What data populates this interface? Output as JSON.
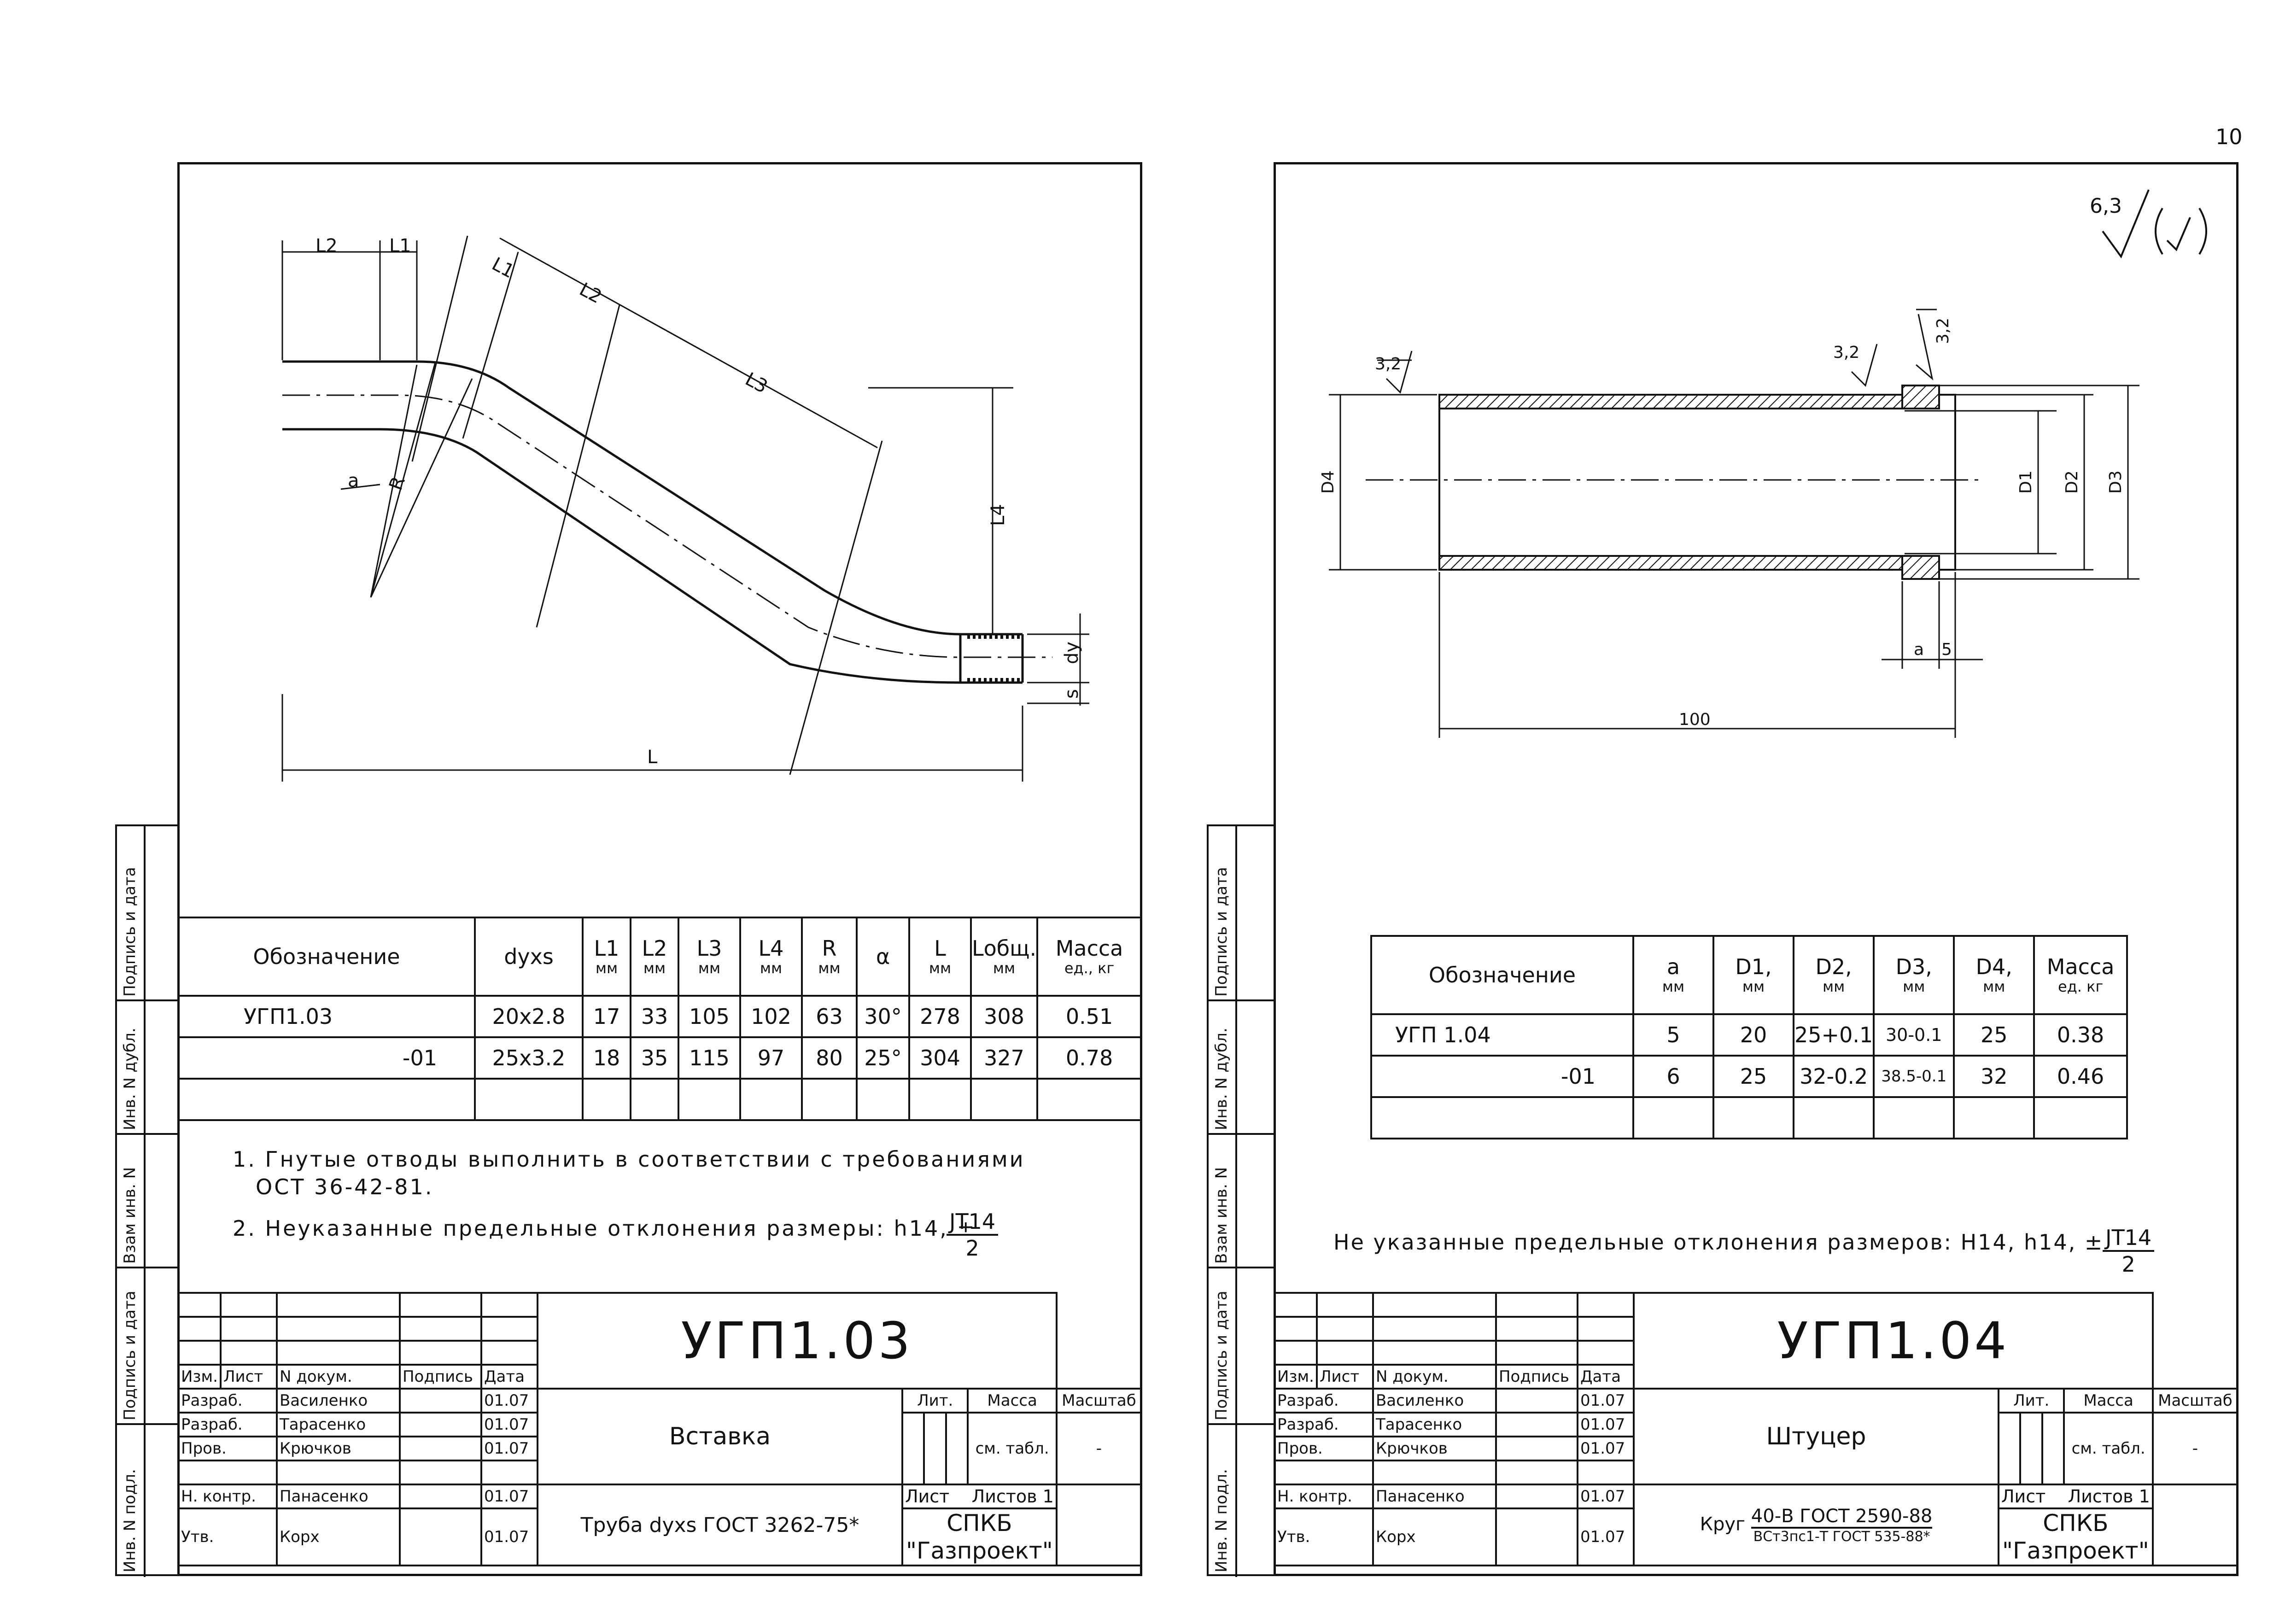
{
  "page_number": "10",
  "side_stamp": [
    "Подпись и дата",
    "Инв. N дубл.",
    "Взам инв. N",
    "Подпись и дата",
    "Инв. N подл."
  ],
  "left": {
    "drawing_labels": {
      "l2a": "L2",
      "l1a": "L1",
      "l1b": "L1",
      "l2b": "L2",
      "l3": "L3",
      "l4": "L4",
      "r": "R",
      "a": "a",
      "dy": "dy",
      "s": "s",
      "l": "L"
    },
    "table": {
      "headers": [
        {
          "t": "Обозначение",
          "u": ""
        },
        {
          "t": "dyxs",
          "u": ""
        },
        {
          "t": "L1",
          "u": "мм"
        },
        {
          "t": "L2",
          "u": "мм"
        },
        {
          "t": "L3",
          "u": "мм"
        },
        {
          "t": "L4",
          "u": "мм"
        },
        {
          "t": "R",
          "u": "мм"
        },
        {
          "t": "α",
          "u": ""
        },
        {
          "t": "L",
          "u": "мм"
        },
        {
          "t": "Lобщ.",
          "u": "мм"
        },
        {
          "t": "Масса",
          "u": "ед., кг"
        }
      ],
      "rows": [
        [
          "УГП1.03",
          "20x2.8",
          "17",
          "33",
          "105",
          "102",
          "63",
          "30°",
          "278",
          "308",
          "0.51"
        ],
        [
          "-01",
          "25x3.2",
          "18",
          "35",
          "115",
          "97",
          "80",
          "25°",
          "304",
          "327",
          "0.78"
        ]
      ]
    },
    "notes": [
      "1. Гнутые отводы выполнить в соответствии с требованиями",
      "ОСТ 36-42-81.",
      "2. Неуказанные предельные отклонения размеры: h14, ±"
    ],
    "tolerance": {
      "num": "JT14",
      "den": "2"
    },
    "title_block": {
      "code": "УГП1.03",
      "name": "Вставка",
      "material": "Труба dyxs ГОСТ 3262-75*",
      "org1": "СПКБ",
      "org2": "\"Газпроект\"",
      "cols": [
        "Изм.",
        "Лист",
        "N докум.",
        "Подпись",
        "Дата"
      ],
      "lit": "Лит.",
      "mass": "Масса",
      "scale": "Масштаб",
      "mass_val": "см. табл.",
      "scale_val": "-",
      "sheet": "Лист",
      "sheets": "Листов 1",
      "people": [
        {
          "role": "Разраб.",
          "name": "Василенко",
          "date": "01.07"
        },
        {
          "role": "Разраб.",
          "name": "Тарасенко",
          "date": "01.07"
        },
        {
          "role": "Пров.",
          "name": "Крючков",
          "date": "01.07"
        },
        {
          "role": "",
          "name": "",
          "date": ""
        },
        {
          "role": "Н. контр.",
          "name": "Панасенко",
          "date": "01.07"
        },
        {
          "role": "Утв.",
          "name": "Корх",
          "date": "01.07"
        }
      ]
    }
  },
  "right": {
    "roughness": "6,3",
    "drawing_labels": {
      "r1": "3,2",
      "r2": "3,2",
      "r3": "3,2",
      "d4": "D4",
      "d1": "D1",
      "d2": "D2",
      "d3": "D3",
      "a": "a",
      "five": "5",
      "len": "100"
    },
    "table": {
      "headers": [
        {
          "t": "Обозначение",
          "u": ""
        },
        {
          "t": "a",
          "u": "мм"
        },
        {
          "t": "D1,",
          "u": "мм"
        },
        {
          "t": "D2,",
          "u": "мм"
        },
        {
          "t": "D3,",
          "u": "мм"
        },
        {
          "t": "D4,",
          "u": "мм"
        },
        {
          "t": "Масса",
          "u": "ед. кг"
        }
      ],
      "rows": [
        [
          "УГП 1.04",
          "5",
          "20",
          "25+0.1",
          "30-0.1",
          "25",
          "0.38"
        ],
        [
          "-01",
          "6",
          "25",
          "32-0.2",
          "38.5-0.1",
          "32",
          "0.46"
        ]
      ]
    },
    "note": "Не указанные предельные отклонения размеров: H14, h14, ±",
    "tolerance": {
      "num": "JT14",
      "den": "2"
    },
    "title_block": {
      "code": "УГП1.04",
      "name": "Штуцер",
      "material_pre": "Круг",
      "material_num": "40-В ГОСТ 2590-88",
      "material_den": "ВСт3пс1-Т ГОСТ 535-88*",
      "org1": "СПКБ",
      "org2": "\"Газпроект\"",
      "cols": [
        "Изм.",
        "Лист",
        "N докум.",
        "Подпись",
        "Дата"
      ],
      "lit": "Лит.",
      "mass": "Масса",
      "scale": "Масштаб",
      "mass_val": "см. табл.",
      "scale_val": "-",
      "sheet": "Лист",
      "sheets": "Листов 1",
      "people": [
        {
          "role": "Разраб.",
          "name": "Василенко",
          "date": "01.07"
        },
        {
          "role": "Разраб.",
          "name": "Тарасенко",
          "date": "01.07"
        },
        {
          "role": "Пров.",
          "name": "Крючков",
          "date": "01.07"
        },
        {
          "role": "",
          "name": "",
          "date": ""
        },
        {
          "role": "Н. контр.",
          "name": "Панасенко",
          "date": "01.07"
        },
        {
          "role": "Утв.",
          "name": "Корх",
          "date": "01.07"
        }
      ]
    }
  }
}
